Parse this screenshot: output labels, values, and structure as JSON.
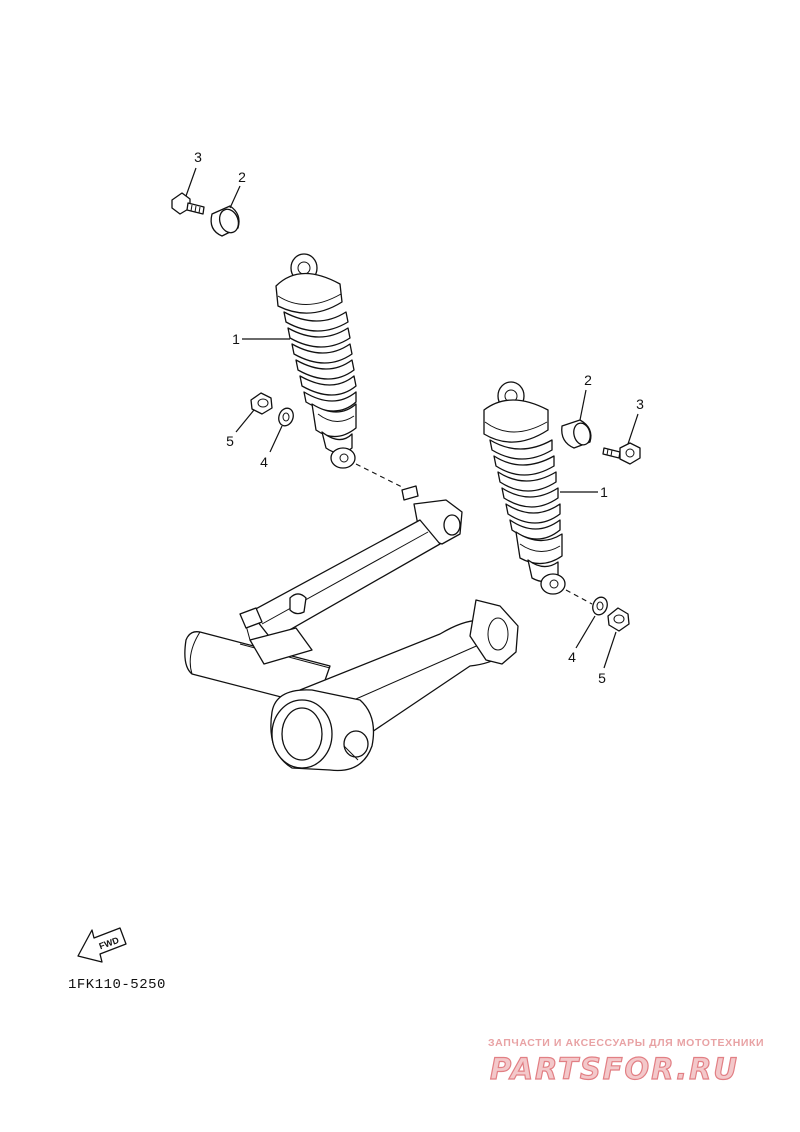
{
  "callouts": {
    "left_upper_bolt": "3",
    "left_upper_collar": "2",
    "left_shock": "1",
    "left_nut": "5",
    "left_washer": "4",
    "right_upper_collar": "2",
    "right_upper_bolt": "3",
    "right_shock": "1",
    "right_washer": "4",
    "right_nut": "5"
  },
  "fwd_arrow_label": "FWD",
  "diagram_code": "1FK110-5250",
  "watermark": {
    "tagline": "ЗАПЧАСТИ И АКСЕССУАРЫ ДЛЯ МОТОТЕХНИКИ",
    "logo": "PARTSFOR.RU"
  }
}
